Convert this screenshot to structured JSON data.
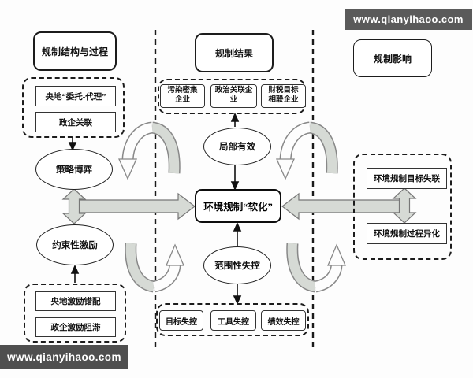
{
  "watermarks": {
    "top_right": "www.qianyihaoo.com",
    "bottom_left": "www.qianyihaoo.com"
  },
  "headers": {
    "left": "规制结构与过程",
    "middle": "规制结果",
    "right": "规制影响"
  },
  "left_zone": {
    "structure_group": {
      "items": [
        "央地“委托-代理”",
        "政企关联"
      ]
    },
    "top_ellipse": "策略博弈",
    "bottom_ellipse": "约束性激励",
    "incentive_group": {
      "items": [
        "央地激励错配",
        "政企激励阻滞"
      ]
    }
  },
  "middle_zone": {
    "enterprise_group": {
      "items": [
        "污染密集企业",
        "政治关联企业",
        "财税目标相联企业"
      ]
    },
    "top_ellipse": "局部有效",
    "central_box": "环境规制“软化”",
    "bottom_ellipse": "范围性失控",
    "failure_group": {
      "items": [
        "目标失控",
        "工具失控",
        "绩效失控"
      ]
    }
  },
  "right_zone": {
    "impact_group": {
      "items": [
        "环境规制目标失联",
        "环境规制过程异化"
      ]
    }
  },
  "colors": {
    "arrow_gray": "#d6dad5",
    "arrow_outline": "#777777",
    "line_black": "#1a1a1a",
    "watermark_bg_top": "#5a5a5a",
    "watermark_bg_bottom": "#4f4f4f"
  }
}
